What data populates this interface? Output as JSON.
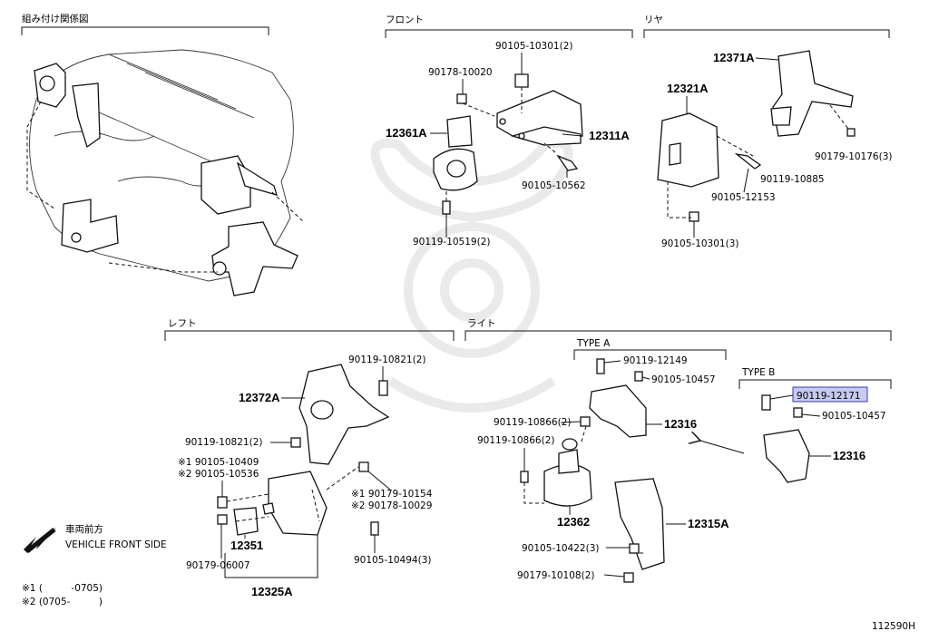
{
  "sections": {
    "assembly": "組み付け関係図",
    "front": "フロント",
    "rear": "リヤ",
    "left": "レフト",
    "right": "ライト",
    "type_a": "TYPE A",
    "type_b": "TYPE B"
  },
  "front": {
    "p90105_10301_2": "90105-10301(2)",
    "p90178_10020": "90178-10020",
    "p12361A": "12361A",
    "p12311A": "12311A",
    "p90105_10562": "90105-10562",
    "p90119_10519_2": "90119-10519(2)"
  },
  "rear": {
    "p12371A": "12371A",
    "p12321A": "12321A",
    "p90179_10176_3": "90179-10176(3)",
    "p90119_10885": "90119-10885",
    "p90105_12153": "90105-12153",
    "p90105_10301_3": "90105-10301(3)"
  },
  "left": {
    "p90119_10821_2a": "90119-10821(2)",
    "p12372A": "12372A",
    "p90119_10821_2b": "90119-10821(2)",
    "n1_90105_10409": "※1 90105-10409",
    "n2_90105_10536": "※2 90105-10536",
    "n1_90179_10154": "※1 90179-10154",
    "n2_90178_10029": "※2 90178-10029",
    "p12351": "12351",
    "p90179_06007": "90179-06007",
    "p90105_10494_3": "90105-10494(3)",
    "p12325A": "12325A"
  },
  "right": {
    "p90119_12149": "90119-12149",
    "p90105_10457a": "90105-10457",
    "p90119_12171": "90119-12171",
    "p90105_10457b": "90105-10457",
    "p90119_10866_2a": "90119-10866(2)",
    "p12316a": "12316",
    "p90119_10866_2b": "90119-10866(2)",
    "p12316b": "12316",
    "p12362": "12362",
    "p12315A": "12315A",
    "p90105_10422_3": "90105-10422(3)",
    "p90179_10108_2": "90179-10108(2)"
  },
  "legend": {
    "front_jp": "車両前方",
    "front_en": "VEHICLE FRONT SIDE",
    "note1": "※1 (　　　-0705)",
    "note2": "※2 (0705-　　　)"
  },
  "diagram_id": "112590H"
}
